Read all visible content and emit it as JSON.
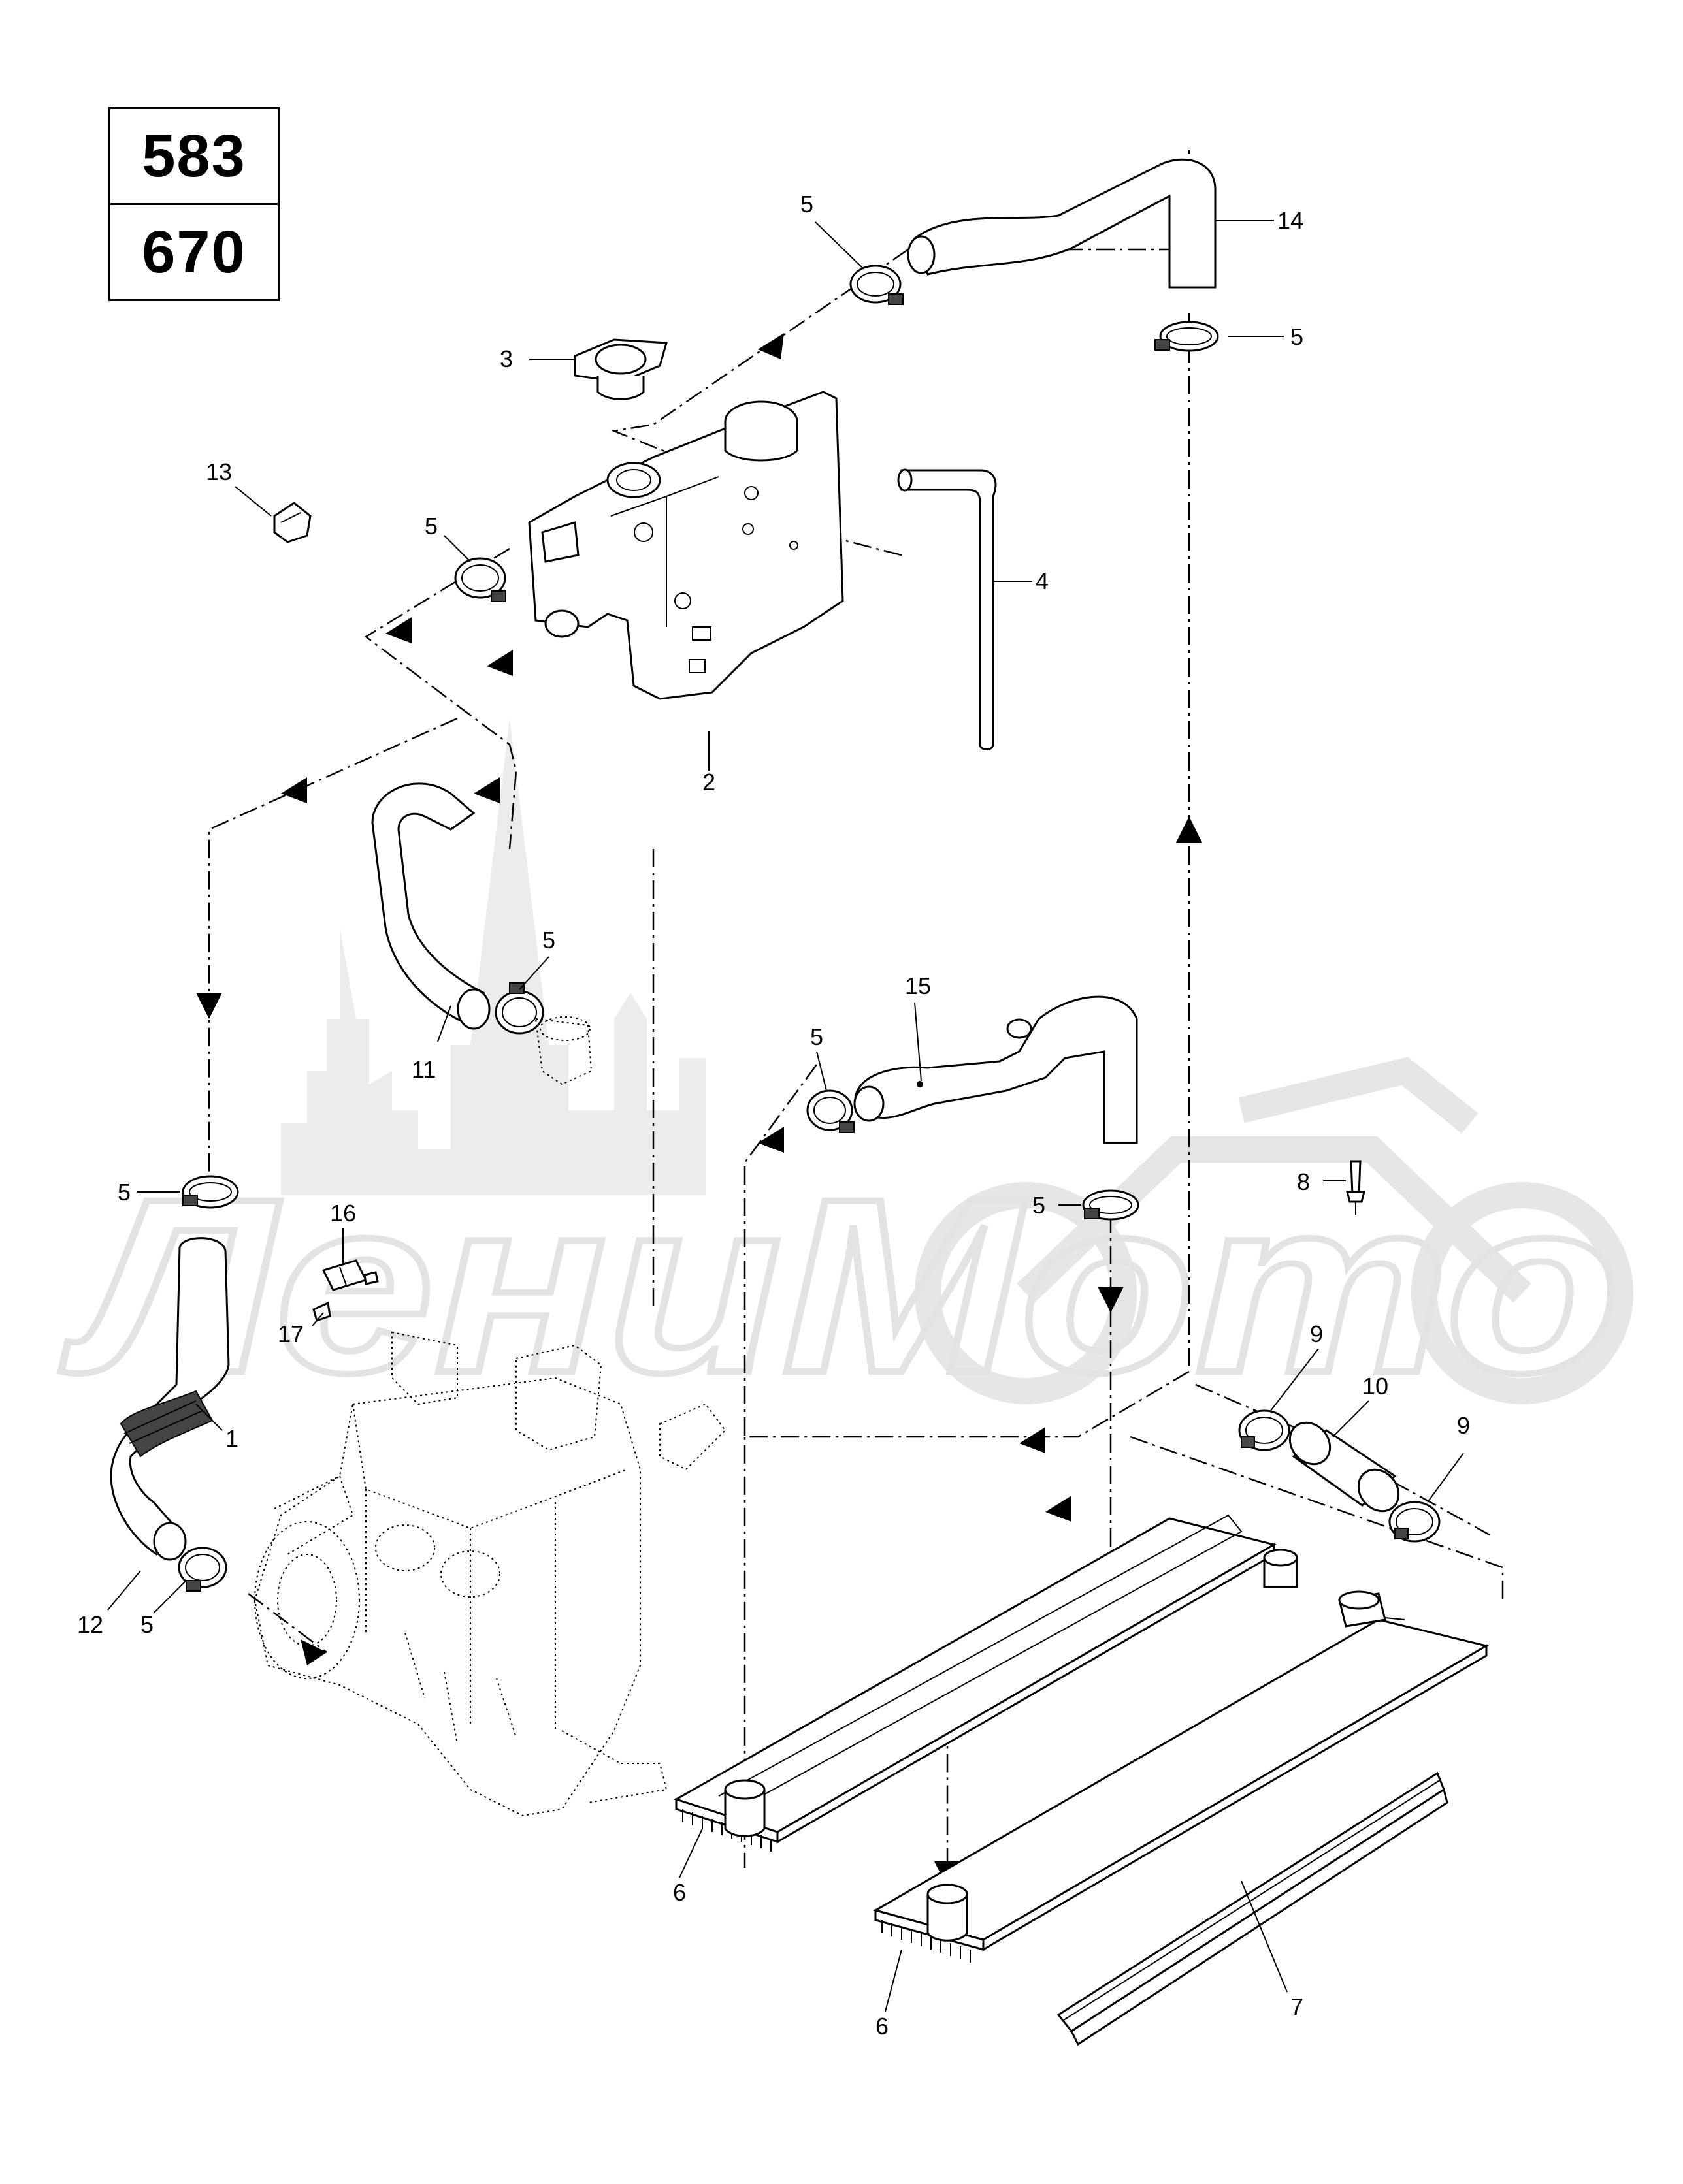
{
  "model_labels": [
    "583",
    "670"
  ],
  "watermark": {
    "text": "ЛениМото",
    "color": "#e3e3e3"
  },
  "callouts": {
    "c1": "1",
    "c2": "2",
    "c3": "3",
    "c4": "4",
    "c5a": "5",
    "c5b": "5",
    "c5c": "5",
    "c5d": "5",
    "c5e": "5",
    "c5f": "5",
    "c5g": "5",
    "c5h": "5",
    "c6a": "6",
    "c6b": "6",
    "c7": "7",
    "c8": "8",
    "c9a": "9",
    "c9b": "9",
    "c10": "10",
    "c11": "11",
    "c12": "12",
    "c13": "13",
    "c14": "14",
    "c15": "15",
    "c16": "16",
    "c17": "17"
  }
}
